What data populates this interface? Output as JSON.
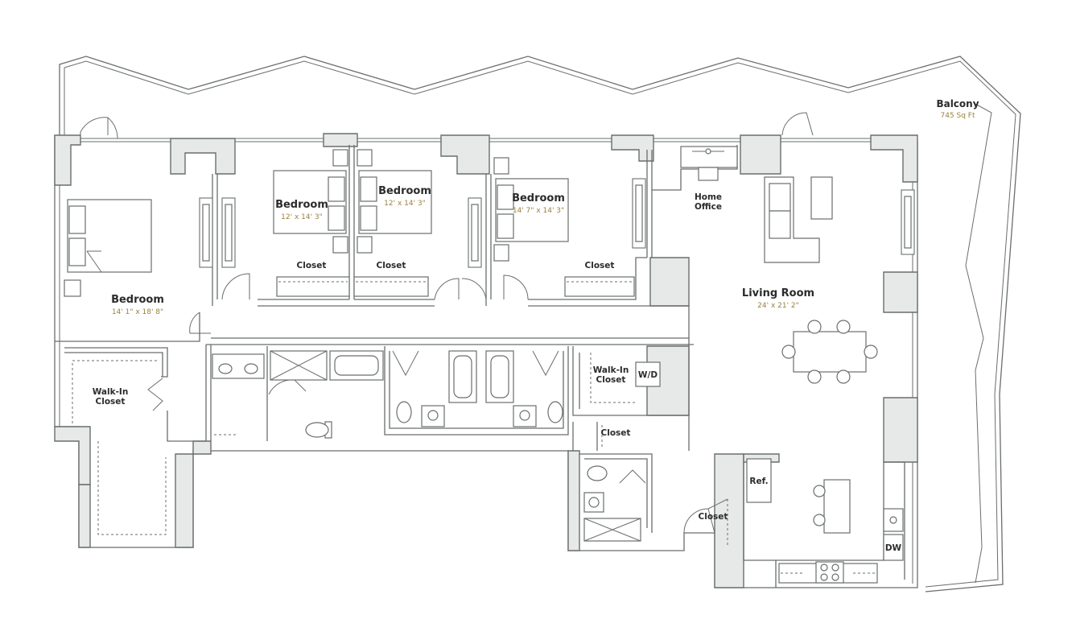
{
  "plan": {
    "rooms": [
      {
        "key": "balcony",
        "name": "Balcony",
        "dims": "745 Sq Ft"
      },
      {
        "key": "master_bedroom",
        "name": "Bedroom",
        "dims": "14' 1\" x 18' 8\""
      },
      {
        "key": "bedroom2",
        "name": "Bedroom",
        "dims": "12' x 14' 3\""
      },
      {
        "key": "bedroom3",
        "name": "Bedroom",
        "dims": "12' x 14' 3\""
      },
      {
        "key": "bedroom4",
        "name": "Bedroom",
        "dims": "14' 7\" x 14' 3\""
      },
      {
        "key": "home_office",
        "name": "Home Office",
        "line1": "Home",
        "line2": "Office"
      },
      {
        "key": "living_room",
        "name": "Living Room",
        "dims": "24' x 21' 2\""
      }
    ],
    "labels": {
      "closet": "Closet",
      "walkin_line1": "Walk-In",
      "walkin_line2": "Closet",
      "wd": "W/D",
      "ref": "Ref.",
      "dw": "DW"
    },
    "colors": {
      "wall_fill": "#e7e8e8",
      "line": "#6a6e6e",
      "dimension_text": "#9a8240"
    }
  }
}
